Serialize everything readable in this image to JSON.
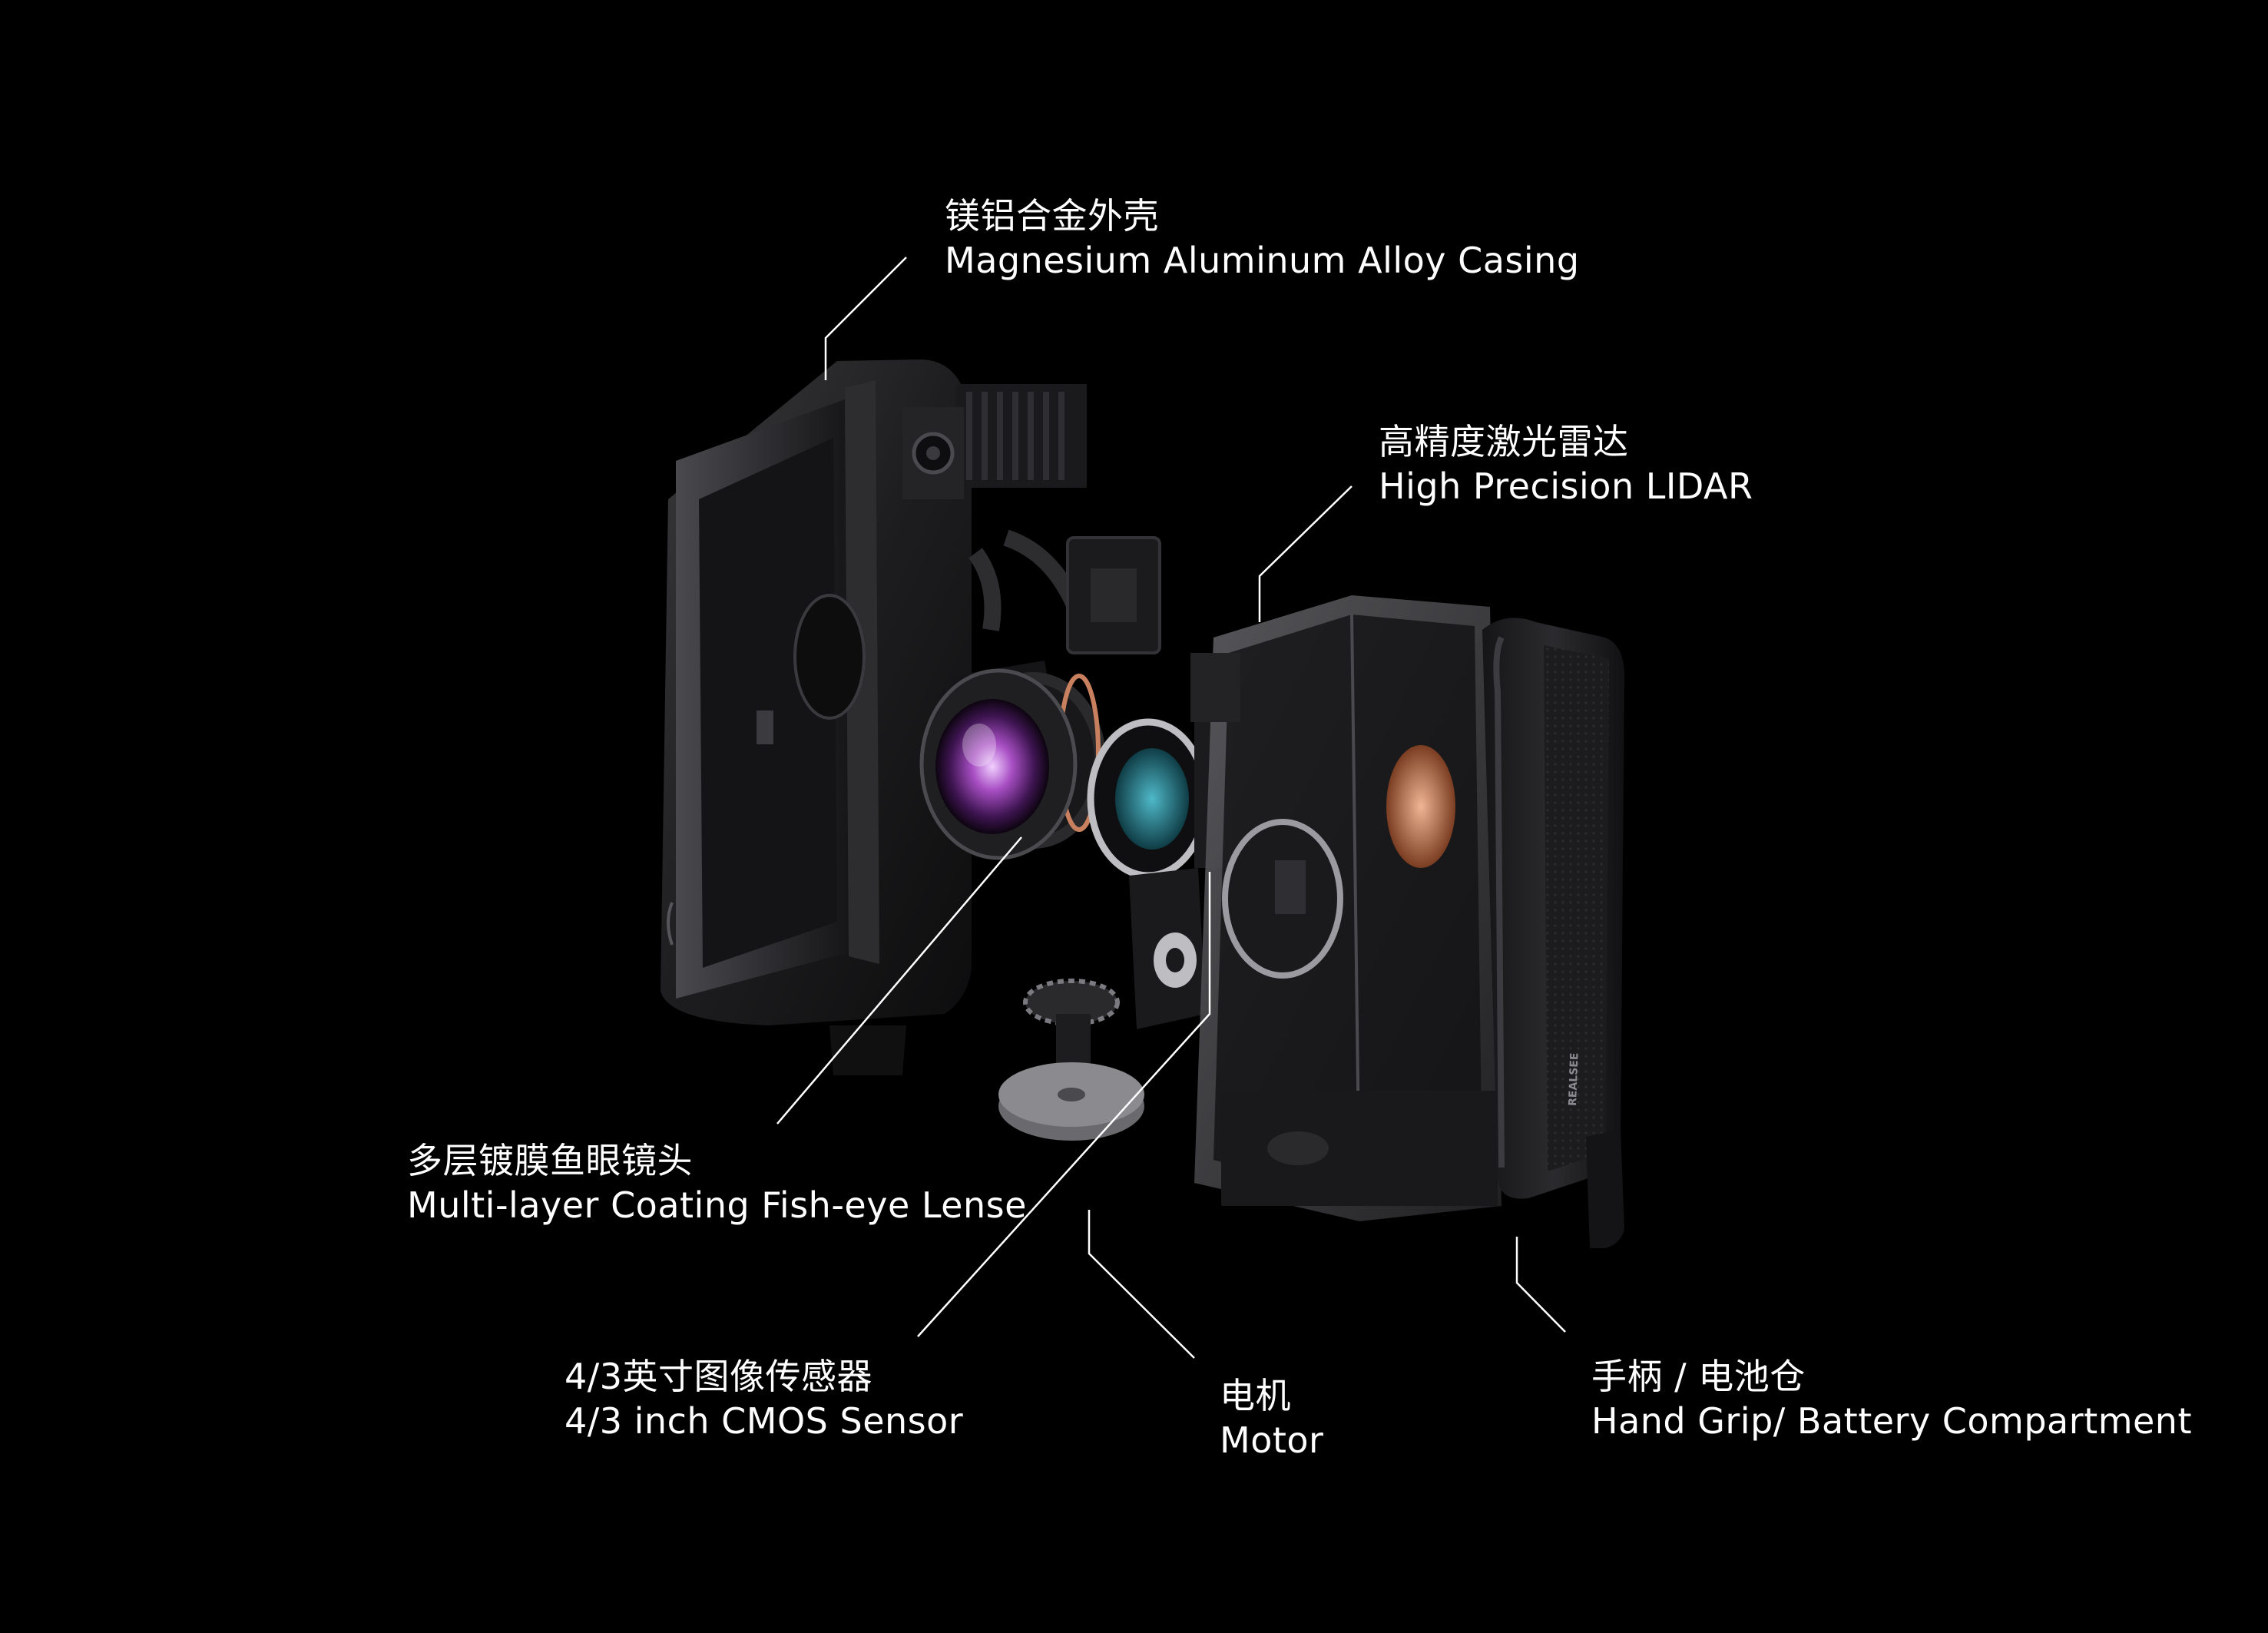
{
  "colors": {
    "background": "#000000",
    "text": "#ffffff",
    "leader_line": "#ffffff",
    "body": "#1f1f21",
    "lens_glass": "#9a3fb5",
    "copper": "#c9805e"
  },
  "callouts": [
    {
      "id": "casing",
      "zh": "镁铝合金外壳",
      "en": "Magnesium Aluminum Alloy Casing"
    },
    {
      "id": "lidar",
      "zh": "高精度激光雷达",
      "en": "High Precision LIDAR"
    },
    {
      "id": "lens",
      "zh": "多层镀膜鱼眼镜头",
      "en": "Multi-layer Coating Fish-eye Lense"
    },
    {
      "id": "sensor",
      "zh": "4/3英寸图像传感器",
      "en": "4/3 inch CMOS Sensor"
    },
    {
      "id": "motor",
      "zh": "电机",
      "en": "Motor"
    },
    {
      "id": "grip",
      "zh": "手柄 / 电池仓",
      "en": "Hand Grip/  Battery Compartment"
    }
  ],
  "product": {
    "grip_brand": "REALSEE"
  }
}
